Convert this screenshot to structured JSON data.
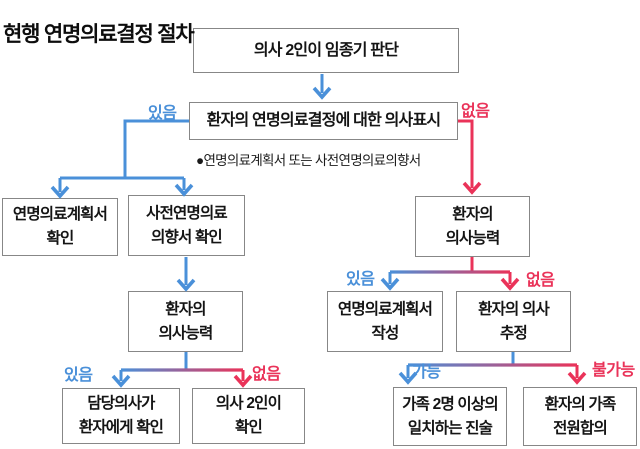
{
  "title": "현행 연명의료결정 절차",
  "note": "●연명의료계획서 또는 사전연명의료의향서",
  "nodes": {
    "terminal_judgment": "의사 2인이 임종기 판단",
    "intent_expression": "환자의 연명의료결정에 대한 의사표시",
    "plan_check": "연명의료계획서\n확인",
    "directive_check": "사전연명의료\n의향서 확인",
    "capacity_left": "환자의\n의사능력",
    "attending_confirm": "담당의사가\n환자에게 확인",
    "two_doctors_confirm": "의사 2인이\n확인",
    "capacity_right": "환자의\n의사능력",
    "plan_write": "연명의료계획서\n작성",
    "intent_presumption": "환자의 의사\n추정",
    "family_statement": "가족 2명 이상의\n일치하는 진술",
    "family_consensus": "환자의 가족\n전원합의"
  },
  "branch_labels": {
    "top_yes": "있음",
    "top_no": "없음",
    "left_yes": "있음",
    "left_no": "없음",
    "right_yes": "있음",
    "right_no": "없음",
    "presume_possible": "가능",
    "presume_impossible": "불가능"
  },
  "colors": {
    "yes_blue": "#4a90d9",
    "no_red": "#ea3359"
  }
}
